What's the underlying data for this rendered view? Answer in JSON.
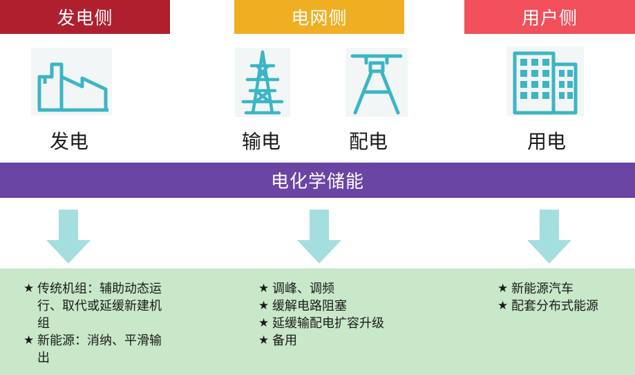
{
  "headers": {
    "generation": "发电侧",
    "grid": "电网侧",
    "user": "用户侧"
  },
  "icons": {
    "generation": {
      "label": "发电",
      "icon": "power-plant-icon"
    },
    "transmission": {
      "label": "输电",
      "icon": "transmission-tower-icon"
    },
    "distribution": {
      "label": "配电",
      "icon": "distribution-pole-icon"
    },
    "consumption": {
      "label": "用电",
      "icon": "building-icon"
    }
  },
  "band": {
    "label": "电化学储能"
  },
  "colors": {
    "generation_header": "#b01f2e",
    "grid_header": "#f0ae22",
    "user_header": "#f1505c",
    "band": "#6a45a4",
    "arrow": "#a5dede",
    "panel": "#c8e8c9",
    "icon_stroke": "#3cb5c6"
  },
  "applications": {
    "star": "★",
    "generation": [
      "传统机组：辅助动态运行、取代或延缓新建机组",
      "新能源：消纳、平滑输出"
    ],
    "grid": [
      "调峰、调频",
      "缓解电路阻塞",
      "延缓输配电扩容升级",
      "备用"
    ],
    "user": [
      "新能源汽车",
      "配套分布式能源"
    ]
  }
}
